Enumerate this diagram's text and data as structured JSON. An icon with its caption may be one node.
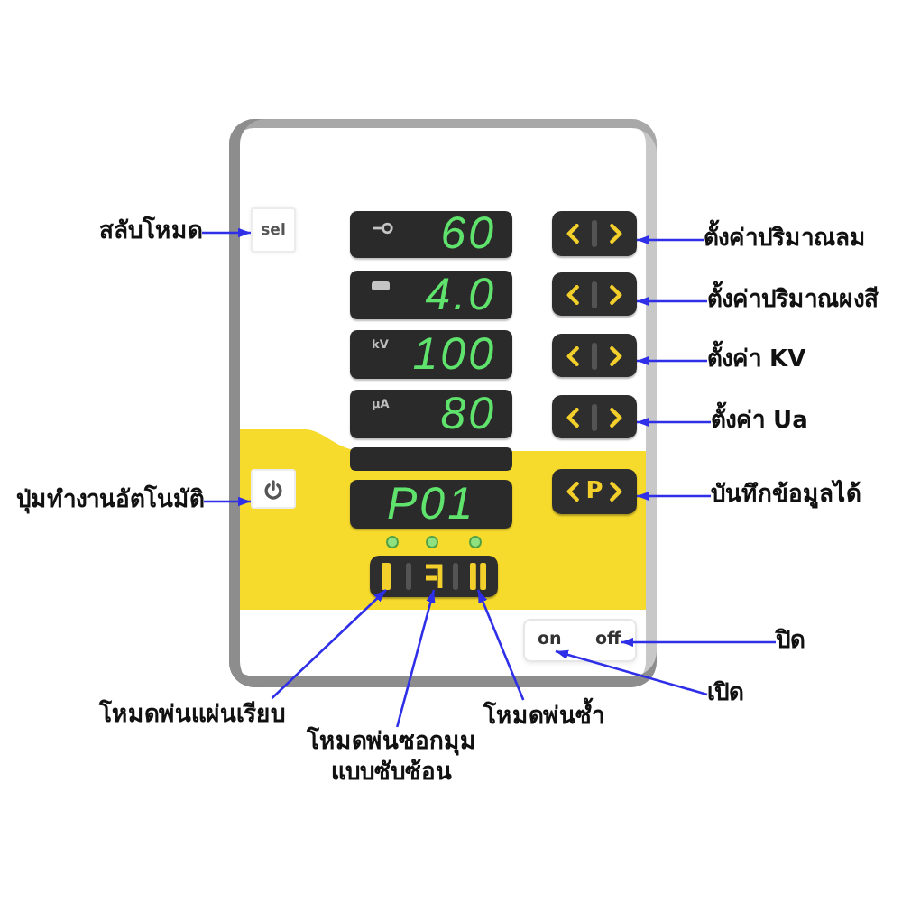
{
  "diagram": {
    "nodes": [
      {
        "text": [],
        "shape": "box"
      },
      {
        "text": [
          "สลับโหมด"
        ]
      },
      {
        "text": [
          "sel"
        ],
        "in": 0
      },
      {
        "text": [
          "60"
        ],
        "in": 0
      },
      {
        "text": [],
        "shape": "box",
        "in": 0
      },
      {
        "text": [
          "ตั้งค่าปริมาณลม"
        ]
      },
      {
        "text": [
          "4.0"
        ],
        "in": 0
      },
      {
        "text": [],
        "shape": "box",
        "in": 0
      },
      {
        "text": [
          "ตั้งค่าปริมาณผงสี"
        ]
      },
      {
        "text": [
          "kV",
          "100"
        ],
        "in": 0
      },
      {
        "text": [],
        "shape": "box",
        "in": 0
      },
      {
        "text": [
          "ตั้งค่า KV"
        ]
      },
      {
        "text": [
          "µA",
          "80"
        ],
        "in": 0
      },
      {
        "text": [],
        "shape": "box",
        "in": 0
      },
      {
        "text": [
          "ตั้งค่า Ua"
        ]
      },
      {
        "text": [],
        "shape": "bar",
        "in": 0
      },
      {
        "text": [
          "ปุ่มทำงานอัตโนมัติ"
        ]
      },
      {
        "text": [],
        "shape": "box",
        "in": 0
      },
      {
        "text": [
          "P01"
        ],
        "in": 0
      },
      {
        "text": [
          "P"
        ],
        "in": 0
      },
      {
        "text": [
          "บันทึกข้อมูลได้"
        ]
      },
      {
        "text": [],
        "shape": "box",
        "in": 0
      },
      {
        "text": [],
        "shape": "bar",
        "in": 21
      },
      {
        "text": [],
        "shape": "picture",
        "in": 21
      },
      {
        "text": [],
        "shape": "picture",
        "in": 21
      },
      {
        "text": [],
        "shape": "box",
        "in": 0
      },
      {
        "text": [
          "on"
        ],
        "in": 25
      },
      {
        "text": [
          "off"
        ],
        "in": 25
      },
      {
        "text": [
          "ปิด"
        ]
      },
      {
        "text": [
          "เปิด"
        ]
      },
      {
        "text": [
          "โหมดพ่นแผ่นเรียบ"
        ]
      },
      {
        "text": [
          "โหมดพ่นซอกมุมแบบซับซ้อน"
        ]
      },
      {
        "text": [
          "โหมดพ่นซ้ำ"
        ]
      }
    ],
    "edges": [
      {
        "from": 1,
        "to": 2,
        "arrow": "to"
      },
      {
        "from": 5,
        "to": 4,
        "arrow": "to"
      },
      {
        "from": 8,
        "to": 7,
        "arrow": "to"
      },
      {
        "from": 11,
        "to": 10,
        "arrow": "to"
      },
      {
        "from": 14,
        "to": 13,
        "arrow": "to"
      },
      {
        "from": 16,
        "to": 17,
        "arrow": "to"
      },
      {
        "from": 20,
        "to": 19,
        "arrow": "to"
      },
      {
        "from": 30,
        "to": 22,
        "arrow": "to"
      },
      {
        "from": 31,
        "to": 23,
        "arrow": "to"
      },
      {
        "from": 32,
        "to": 24,
        "arrow": "to"
      },
      {
        "from": 28,
        "to": 27,
        "arrow": "to"
      },
      {
        "from": 29,
        "to": 26,
        "arrow": "to"
      }
    ]
  }
}
